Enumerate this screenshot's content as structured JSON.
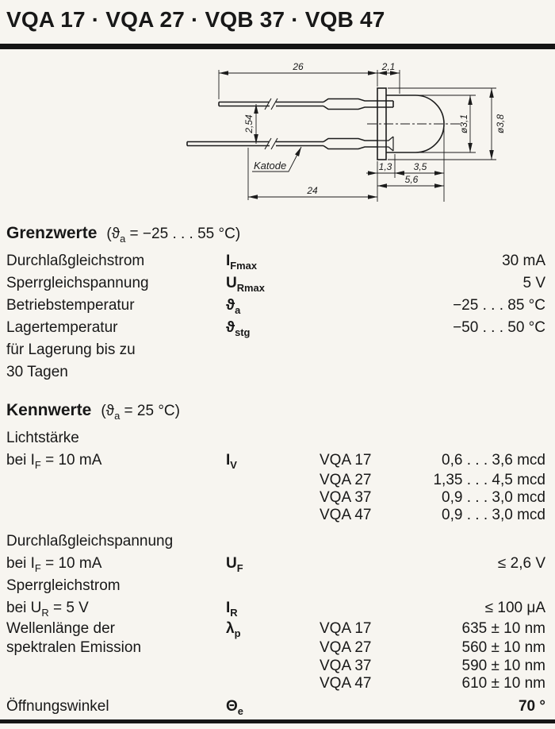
{
  "page": {
    "title": "VQA 17 · VQA 27 · VQB 37 · VQB 47"
  },
  "drawing": {
    "dims": {
      "lead_length_top": "26",
      "tip_offset": "2,1",
      "lead_pitch": "2,54",
      "lead_length_bottom": "24",
      "flange_width": "1,3",
      "dome_length": "3,5",
      "body_length": "5,6",
      "dome_diameter": "ø3,1",
      "flange_diameter": "ø3,8"
    },
    "cathode_label": "Katode"
  },
  "grenzwerte": {
    "heading": "Grenzwerte",
    "condition": {
      "pre": "(ϑ",
      "sub": "a",
      "post": " = −25 . . . 55 °C)"
    },
    "rows": [
      {
        "label": "Durchlaßgleichstrom",
        "symbol": {
          "main": "I",
          "sub": "Fmax"
        },
        "value": "30 mA"
      },
      {
        "label": "Sperrgleichspannung",
        "symbol": {
          "main": "U",
          "sub": "Rmax"
        },
        "value": "5 V"
      },
      {
        "label": "Betriebstemperatur",
        "symbol": {
          "main": "ϑ",
          "sub": "a"
        },
        "value": "−25 . . . 85 °C"
      },
      {
        "label": "Lagertemperatur",
        "label2": "für Lagerung bis zu",
        "label3": "30 Tagen",
        "symbol": {
          "main": "ϑ",
          "sub": "stg"
        },
        "value": "−50 . . . 50 °C"
      }
    ]
  },
  "kennwerte": {
    "heading": "Kennwerte",
    "condition": {
      "pre": "(ϑ",
      "sub": "a",
      "post": " = 25 °C)"
    },
    "lichtstaerke": {
      "label1": "Lichtstärke",
      "label2": {
        "pre": "bei I",
        "sub": "F",
        "post": " = 10 mA"
      },
      "symbol": {
        "main": "I",
        "sub": "V"
      },
      "variants": [
        {
          "type": "VQA 17",
          "value": "0,6 . . . 3,6 mcd"
        },
        {
          "type": "VQA 27",
          "value": "1,35 . . . 4,5 mcd"
        },
        {
          "type": "VQA 37",
          "value": "0,9 . . . 3,0 mcd"
        },
        {
          "type": "VQA 47",
          "value": "0,9 . . . 3,0 mcd"
        }
      ]
    },
    "durchlass": {
      "label1": "Durchlaßgleichspannung",
      "label2": {
        "pre": "bei I",
        "sub": "F",
        "post": " = 10 mA"
      },
      "symbol": {
        "main": "U",
        "sub": "F"
      },
      "value": "≤ 2,6 V"
    },
    "sperrstrom": {
      "label1": "Sperrgleichstrom",
      "label2": {
        "pre": "bei U",
        "sub": "R",
        "post": " = 5 V"
      },
      "symbol": {
        "main": "I",
        "sub": "R"
      },
      "value": "≤ 100 μA"
    },
    "wellenlaenge": {
      "label1": "Wellenlänge der",
      "label2": "spektralen Emission",
      "symbol": {
        "main": "λ",
        "sub": "p"
      },
      "variants": [
        {
          "type": "VQA 17",
          "value": "635 ± 10 nm"
        },
        {
          "type": "VQA 27",
          "value": "560 ± 10 nm"
        },
        {
          "type": "VQA 37",
          "value": "590 ± 10 nm"
        },
        {
          "type": "VQA 47",
          "value": "610 ± 10 nm"
        }
      ]
    },
    "oeffnungswinkel": {
      "label1": "Öffnungswinkel",
      "symbol": {
        "main": "Θ",
        "sub": "e"
      },
      "value": "70 °"
    }
  }
}
